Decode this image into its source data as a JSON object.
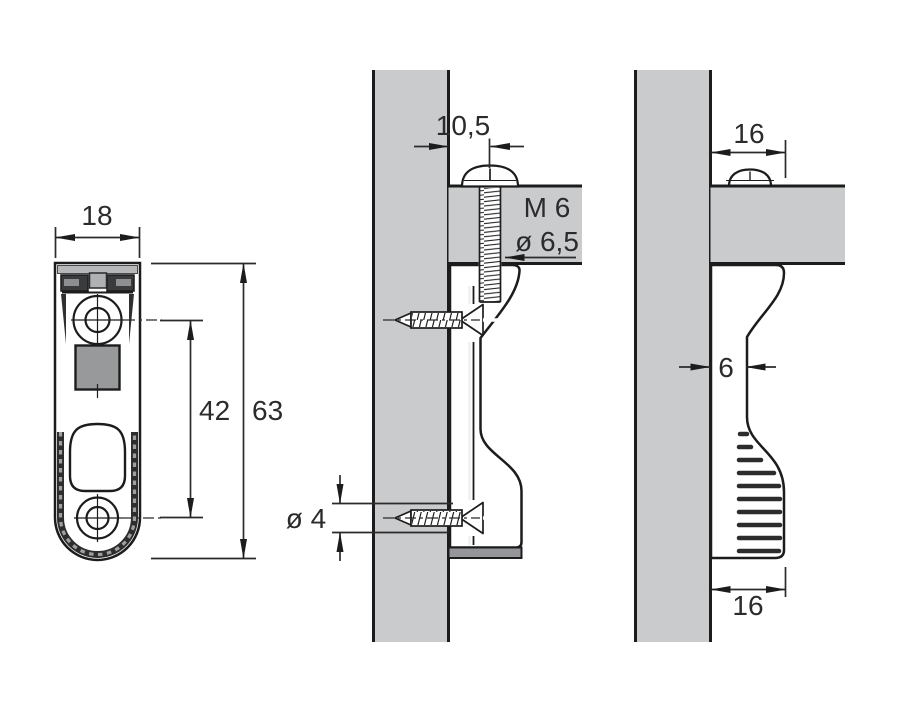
{
  "drawing": {
    "type": "technical-drawing",
    "subject": "cabinet hanging bracket – mounting dimensions",
    "colors": {
      "panel": "#cacbcd",
      "bracket": "#9b9c9f",
      "bracket_light": "#b7b8ba",
      "outline": "#1c1c1c",
      "dimension_text": "#2b2b2b",
      "background": "#ffffff"
    },
    "views": {
      "front": {
        "width": "18",
        "hole_spacing": "42",
        "height": "63"
      },
      "section": {
        "panel_offset": "10,5",
        "bolt_thread": "M 6",
        "hole_diameter": "ø 6,5",
        "screw_diameter": "ø 4"
      },
      "side": {
        "top_depth": "16",
        "web_thickness": "6",
        "bottom_depth": "16"
      }
    }
  }
}
